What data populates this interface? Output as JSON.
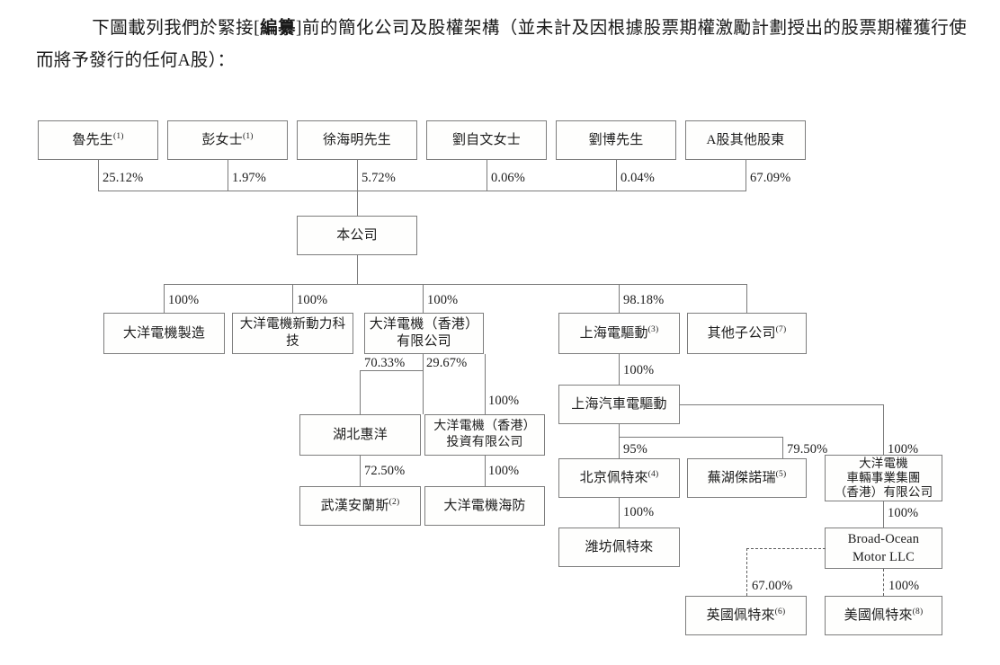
{
  "document": {
    "intro_indent": "　　",
    "intro_part1": "下圖載列我們於緊接[",
    "intro_bold": "編纂",
    "intro_part2": "]前的簡化公司及股權架構（並未計及因根據股票期權激勵計劃授出的股票期權獲行使而將予發行的任何A股）："
  },
  "chart_data": {
    "type": "diagram",
    "title": "簡化公司及股權架構",
    "nodes": [
      {
        "id": "lu",
        "label": "魯先生",
        "sup": "(1)",
        "level": 1
      },
      {
        "id": "peng",
        "label": "彭女士",
        "sup": "(1)",
        "level": 1
      },
      {
        "id": "xu",
        "label": "徐海明先生",
        "sup": "",
        "level": 1
      },
      {
        "id": "liuziwen",
        "label": "劉自文女士",
        "sup": "",
        "level": 1
      },
      {
        "id": "liubo",
        "label": "劉博先生",
        "sup": "",
        "level": 1
      },
      {
        "id": "ashare",
        "label": "A股其他股東",
        "sup": "",
        "level": 1
      },
      {
        "id": "company",
        "label": "本公司",
        "sup": "",
        "level": 2
      },
      {
        "id": "mfg",
        "label": "大洋電機製造",
        "sup": "",
        "level": 3
      },
      {
        "id": "newpower",
        "label": "大洋電機新動力科技",
        "sup": "",
        "level": 3
      },
      {
        "id": "hk_ltd",
        "label_lines": [
          "大洋電機（香港）",
          "有限公司"
        ],
        "sup": "",
        "level": 3
      },
      {
        "id": "sh_drive",
        "label": "上海電驅動",
        "sup": "(3)",
        "level": 3
      },
      {
        "id": "other_subs",
        "label": "其他子公司",
        "sup": "(7)",
        "level": 3
      },
      {
        "id": "hubei",
        "label": "湖北惠洋",
        "sup": "",
        "level": 4
      },
      {
        "id": "hk_invest",
        "label_lines": [
          "大洋電機（香港）",
          "投資有限公司"
        ],
        "sup": "",
        "level": 4
      },
      {
        "id": "sh_auto_drive",
        "label": "上海汽車電驅動",
        "sup": "",
        "level": 4
      },
      {
        "id": "wuhan",
        "label": "武漢安蘭斯",
        "sup": "(2)",
        "level": 5
      },
      {
        "id": "haifang",
        "label": "大洋電機海防",
        "sup": "",
        "level": 5
      },
      {
        "id": "bj_prestolite",
        "label": "北京佩特來",
        "sup": "(4)",
        "level": 5
      },
      {
        "id": "wuhu",
        "label": "蕪湖傑諾瑞",
        "sup": "(5)",
        "level": 5
      },
      {
        "id": "vehicle_hk",
        "label_lines": [
          "大洋電機",
          "車輛事業集團",
          "（香港）有限公司"
        ],
        "sup": "",
        "level": 5
      },
      {
        "id": "weifang",
        "label": "潍坊佩特來",
        "sup": "",
        "level": 6
      },
      {
        "id": "broad_ocean",
        "label_lines": [
          "Broad-Ocean",
          "Motor LLC"
        ],
        "sup": "",
        "level": 6,
        "english": true
      },
      {
        "id": "uk_prestolite",
        "label": "英國佩特來",
        "sup": "(6)",
        "level": 7
      },
      {
        "id": "us_prestolite",
        "label": "美國佩特來",
        "sup": "(8)",
        "level": 7
      }
    ],
    "edges": [
      {
        "from": "lu",
        "to": "company",
        "label": "25.12%"
      },
      {
        "from": "peng",
        "to": "company",
        "label": "1.97%"
      },
      {
        "from": "xu",
        "to": "company",
        "label": "5.72%"
      },
      {
        "from": "liuziwen",
        "to": "company",
        "label": "0.06%"
      },
      {
        "from": "liubo",
        "to": "company",
        "label": "0.04%"
      },
      {
        "from": "ashare",
        "to": "company",
        "label": "67.09%"
      },
      {
        "from": "company",
        "to": "mfg",
        "label": "100%"
      },
      {
        "from": "company",
        "to": "newpower",
        "label": "100%"
      },
      {
        "from": "company",
        "to": "hk_ltd",
        "label": "100%"
      },
      {
        "from": "company",
        "to": "sh_drive",
        "label": "98.18%"
      },
      {
        "from": "company",
        "to": "other_subs",
        "label": ""
      },
      {
        "from": "hk_ltd",
        "to": "hubei",
        "label": "70.33%"
      },
      {
        "from": "hk_ltd",
        "to": "hk_invest",
        "label": "29.67%"
      },
      {
        "from": "hk_invest",
        "to": "haifang",
        "label": "100%"
      },
      {
        "from": "hk_invest",
        "to": "haifang2",
        "label": "100%"
      },
      {
        "from": "hubei",
        "to": "wuhan",
        "label": "72.50%"
      },
      {
        "from": "sh_drive",
        "to": "sh_auto_drive",
        "label": "100%"
      },
      {
        "from": "sh_auto_drive",
        "to": "bj_prestolite",
        "label": "95%"
      },
      {
        "from": "sh_auto_drive",
        "to": "wuhu",
        "label": "79.50%"
      },
      {
        "from": "sh_auto_drive",
        "to": "vehicle_hk",
        "label": "100%"
      },
      {
        "from": "bj_prestolite",
        "to": "weifang",
        "label": "100%"
      },
      {
        "from": "vehicle_hk",
        "to": "broad_ocean",
        "label": "100%"
      },
      {
        "from": "broad_ocean",
        "to": "uk_prestolite",
        "label": "67.00%",
        "style": "dashed"
      },
      {
        "from": "broad_ocean",
        "to": "us_prestolite",
        "label": "100%",
        "style": "dashed"
      }
    ]
  },
  "labels": {
    "lu": "魯先生",
    "lu_sup": "(1)",
    "peng": "彭女士",
    "peng_sup": "(1)",
    "xu": "徐海明先生",
    "liuziwen": "劉自文女士",
    "liubo": "劉博先生",
    "ashare": "A股其他股東",
    "company": "本公司",
    "mfg": "大洋電機製造",
    "newpower": "大洋電機新動力科技",
    "hk_ltd_l1": "大洋電機（香港）",
    "hk_ltd_l2": "有限公司",
    "sh_drive": "上海電驅動",
    "sh_drive_sup": "(3)",
    "other_subs": "其他子公司",
    "other_subs_sup": "(7)",
    "hubei": "湖北惠洋",
    "hk_invest_l1": "大洋電機（香港）",
    "hk_invest_l2": "投資有限公司",
    "sh_auto_drive": "上海汽車電驅動",
    "wuhan": "武漢安蘭斯",
    "wuhan_sup": "(2)",
    "haifang": "大洋電機海防",
    "bj_prestolite": "北京佩特來",
    "bj_prestolite_sup": "(4)",
    "wuhu": "蕪湖傑諾瑞",
    "wuhu_sup": "(5)",
    "vehicle_hk_l1": "大洋電機",
    "vehicle_hk_l2": "車輛事業集團",
    "vehicle_hk_l3": "（香港）有限公司",
    "weifang": "潍坊佩特來",
    "broad_ocean_l1": "Broad-Ocean",
    "broad_ocean_l2": "Motor LLC",
    "uk_prestolite": "英國佩特來",
    "uk_prestolite_sup": "(6)",
    "us_prestolite": "美國佩特來",
    "us_prestolite_sup": "(8)"
  },
  "percents": {
    "p_lu": "25.12%",
    "p_peng": "1.97%",
    "p_xu": "5.72%",
    "p_liuziwen": "0.06%",
    "p_liubo": "0.04%",
    "p_ashare": "67.09%",
    "p_mfg": "100%",
    "p_newpower": "100%",
    "p_hk_ltd": "100%",
    "p_sh_drive": "98.18%",
    "p_hubei": "70.33%",
    "p_hk_invest": "29.67%",
    "p_hk_invest_child": "100%",
    "p_wuhan": "72.50%",
    "p_haifang": "100%",
    "p_sh_auto_drive": "100%",
    "p_bj": "95%",
    "p_wuhu": "79.50%",
    "p_vehicle_hk": "100%",
    "p_weifang": "100%",
    "p_broad_ocean": "100%",
    "p_uk": "67.00%",
    "p_us": "100%"
  }
}
